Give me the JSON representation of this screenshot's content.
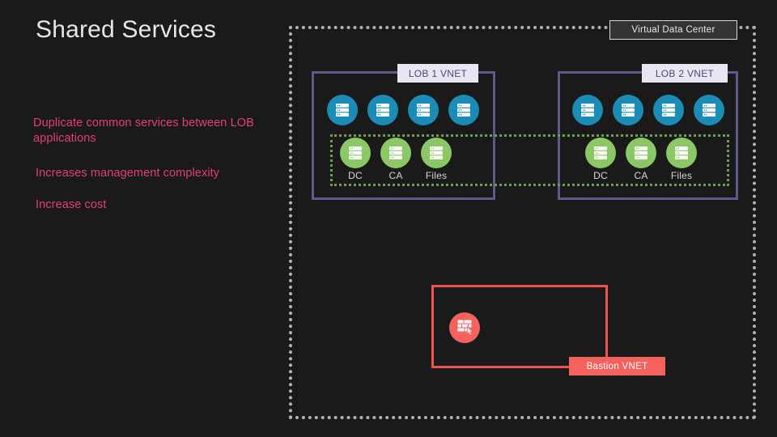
{
  "slide": {
    "title": "Shared Services",
    "background_color": "#1a1a1a",
    "title_color": "#e6e6e6",
    "bullet_color": "#e43f77"
  },
  "bullets": [
    {
      "text": "Duplicate common services between LOB applications"
    },
    {
      "text": "Increases management complexity"
    },
    {
      "text": "Increase cost"
    }
  ],
  "diagram": {
    "outer": {
      "label": "Virtual Data Center",
      "border_color": "#b2b2b2",
      "border_style": "dotted",
      "label_background": "#333333",
      "label_text_color": "#e8e8e8"
    },
    "shared_services_band": {
      "border_color": "#6f9e4e",
      "border_style": "dotted"
    },
    "vnets": [
      {
        "label": "LOB 1 VNET",
        "border_color": "#5d5a8c",
        "label_background": "#e8e6f2",
        "label_text_color": "#4b4878",
        "app_nodes": [
          {
            "icon": "server-icon",
            "label": ""
          },
          {
            "icon": "server-icon",
            "label": ""
          },
          {
            "icon": "server-icon",
            "label": ""
          },
          {
            "icon": "server-icon",
            "label": ""
          }
        ],
        "app_node_color": "#1a8cb5",
        "shared_nodes": [
          {
            "icon": "server-icon",
            "label": "DC"
          },
          {
            "icon": "server-icon",
            "label": "CA"
          },
          {
            "icon": "server-icon",
            "label": "Files"
          }
        ],
        "shared_node_color": "#8cc765"
      },
      {
        "label": "LOB 2 VNET",
        "border_color": "#5d5a8c",
        "label_background": "#e8e6f2",
        "label_text_color": "#4b4878",
        "app_nodes": [
          {
            "icon": "server-icon",
            "label": ""
          },
          {
            "icon": "server-icon",
            "label": ""
          },
          {
            "icon": "server-icon",
            "label": ""
          },
          {
            "icon": "server-icon",
            "label": ""
          }
        ],
        "app_node_color": "#1a8cb5",
        "shared_nodes": [
          {
            "icon": "server-icon",
            "label": "DC"
          },
          {
            "icon": "server-icon",
            "label": "CA"
          },
          {
            "icon": "server-icon",
            "label": "Files"
          }
        ],
        "shared_node_color": "#8cc765"
      }
    ],
    "bastion": {
      "label": "Bastion VNET",
      "border_color": "#f0534f",
      "label_background": "#f4625e",
      "label_text_color": "#ffffff",
      "node_icon": "firewall-icon",
      "node_color": "#f4625e"
    }
  }
}
